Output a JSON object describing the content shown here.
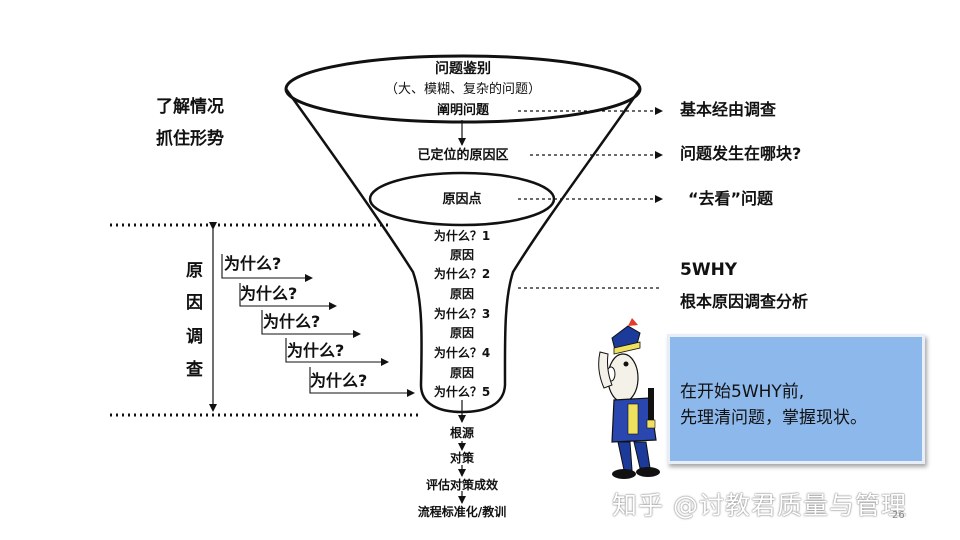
{
  "funnel": {
    "top_title": "问题鉴别",
    "top_subtitle": "（大、模糊、复杂的问题）",
    "clarify": "阐明问题",
    "located_area": "已定位的原因区",
    "cause_point": "原因点",
    "why_steps": [
      "为什么？1",
      "原因",
      "为什么？2",
      "原因",
      "为什么？3",
      "原因",
      "为什么？4",
      "原因",
      "为什么？5"
    ],
    "bottom_steps": [
      "根源",
      "对策",
      "评估对策成效",
      "流程标准化/教训"
    ]
  },
  "left": {
    "heading_line1": "了解情况",
    "heading_line2": "抓住形势",
    "vertical_label": [
      "原",
      "因",
      "调",
      "查"
    ],
    "why_stairs": [
      "为什么?",
      "为什么?",
      "为什么?",
      "为什么?",
      "为什么?"
    ]
  },
  "right": {
    "basic_survey": "基本经由调查",
    "where_problem": "问题发生在哪块?",
    "go_see": "“去看”问题",
    "five_why": "5WHY",
    "root_cause": "根本原因调查分析"
  },
  "callout": {
    "line1": "在开始5WHY前,",
    "line2": "先理清问题，掌握现状。"
  },
  "watermark": "知乎 @讨教君质量与管理",
  "page_number": "26"
}
